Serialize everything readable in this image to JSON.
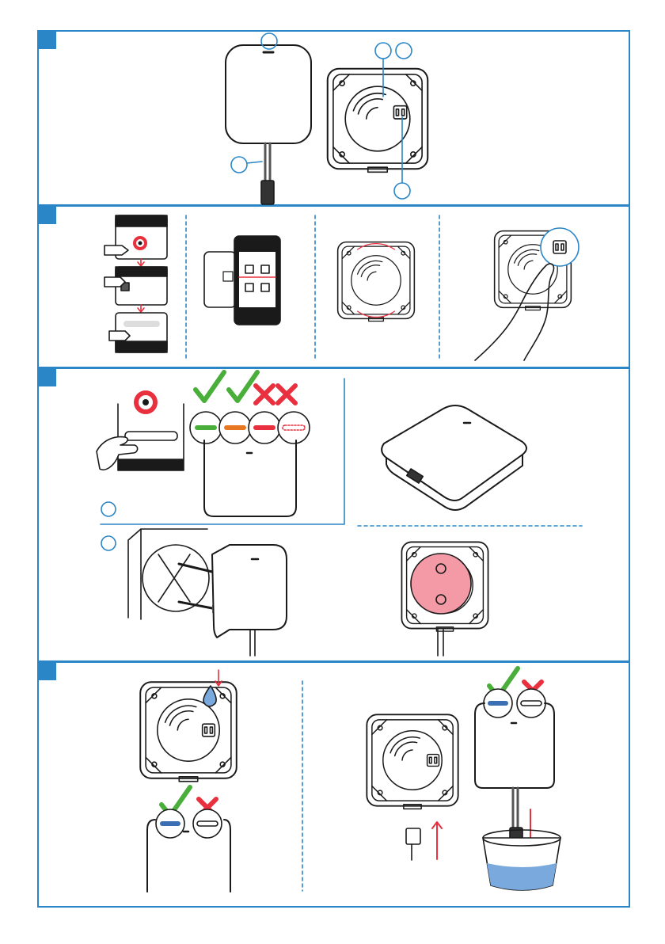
{
  "page_number": "",
  "colors": {
    "frame": "#2a86c7",
    "green": "#4aae3a",
    "orange": "#e87722",
    "red": "#e8303e",
    "blue_led": "#3c6eb4",
    "pink": "#f39aa6",
    "water": "#7aa9dd"
  },
  "steps": [
    "step-1",
    "step-2",
    "step-3",
    "step-4"
  ],
  "icons": [
    "book-icon",
    "qr-code-icon",
    "check-icon",
    "cross-icon",
    "water-drop-icon",
    "arrow-icon",
    "hand-icon",
    "smartphone-icon"
  ]
}
